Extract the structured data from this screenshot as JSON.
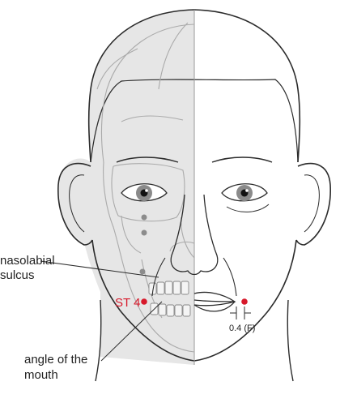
{
  "labels": {
    "nasolabial_line1": "nasolabial",
    "nasolabial_line2": "sulcus",
    "point_name": "ST 4",
    "angle_line1": "angle of the",
    "angle_line2": "mouth",
    "distance": "0.4 (F)"
  },
  "colors": {
    "point": "#d7192b",
    "skull_shade": "#e6e6e6",
    "outline": "#2b2b2b",
    "marker_gray": "#8c8c8c"
  }
}
